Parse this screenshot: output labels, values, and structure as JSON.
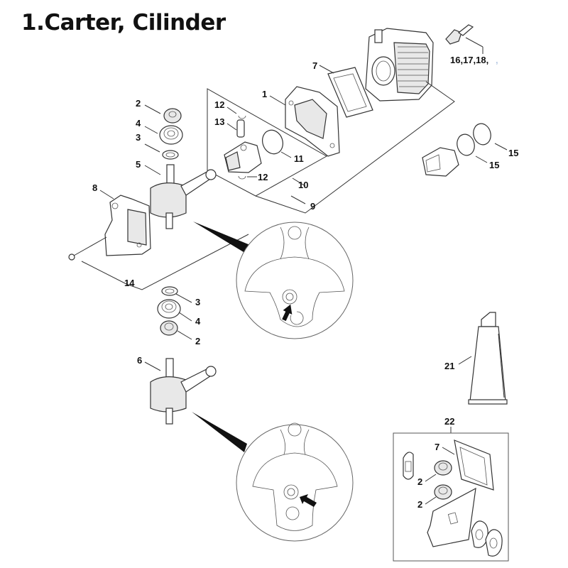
{
  "title": "1.Carter, Cilinder",
  "callouts": {
    "crankcase": "1",
    "bearing_top": "2",
    "washer_top": "3",
    "ball_bearing_top": "4",
    "crankshaft": "5",
    "crankshaft_alt": "6",
    "gasket": "7",
    "crankcase_half": "8",
    "cylinder_kit": "9",
    "piston_kit": "10",
    "piston_ring_single": "11",
    "circlip_top": "12",
    "circlip_bottom": "12",
    "piston_pin": "13",
    "bolt": "14",
    "ring_a": "15",
    "ring_b": "15",
    "spark_plug": "16,17,18,",
    "spark_plug_faded": " , ",
    "washer_bottom": "3",
    "ball_bearing_bottom": "4",
    "bearing_bottom": "2",
    "grease_tube": "21",
    "gasket_set": "22",
    "set_gasket": "7",
    "set_bearing_a": "2",
    "set_bearing_b": "2"
  }
}
